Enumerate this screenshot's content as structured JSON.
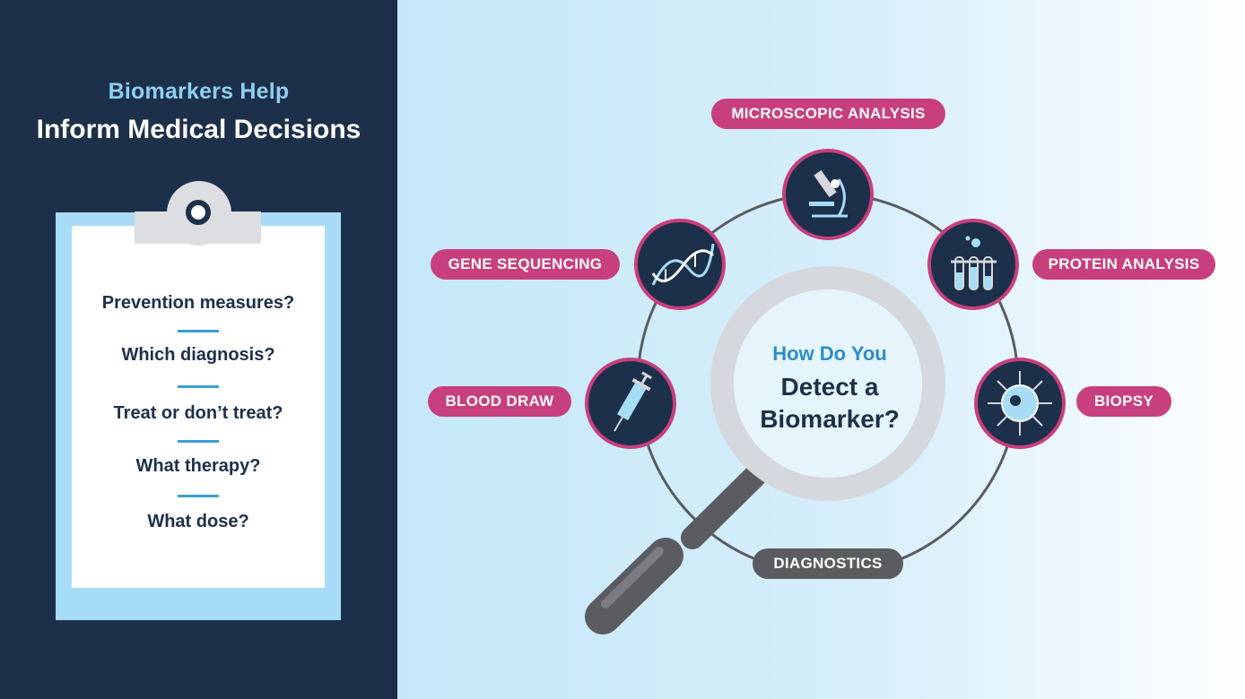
{
  "sidebar": {
    "subtitle": "Biomarkers Help",
    "title": "Inform Medical Decisions",
    "questions": [
      "Prevention measures?",
      "Which diagnosis?",
      "Treat or don’t treat?",
      "What therapy?",
      "What dose?"
    ]
  },
  "center": {
    "line1": "How Do You",
    "line2": "Detect a",
    "line3": "Biomarker?"
  },
  "methods": {
    "microscopic": "MICROSCOPIC ANALYSIS",
    "gene": "GENE SEQUENCING",
    "protein": "PROTEIN ANALYSIS",
    "blood": "BLOOD DRAW",
    "biopsy": "BIOPSY",
    "diagnostics": "DIAGNOSTICS"
  },
  "icons": [
    "microscope-icon",
    "dna-icon",
    "test-tubes-icon",
    "syringe-icon",
    "cell-icon",
    "magnifying-glass-icon"
  ],
  "colors": {
    "navy": "#1c3049",
    "magenta": "#c83f7d",
    "light_blue": "#a7dcf6",
    "accent_blue": "#2b8ec9",
    "gray": "#5a5c5f"
  }
}
